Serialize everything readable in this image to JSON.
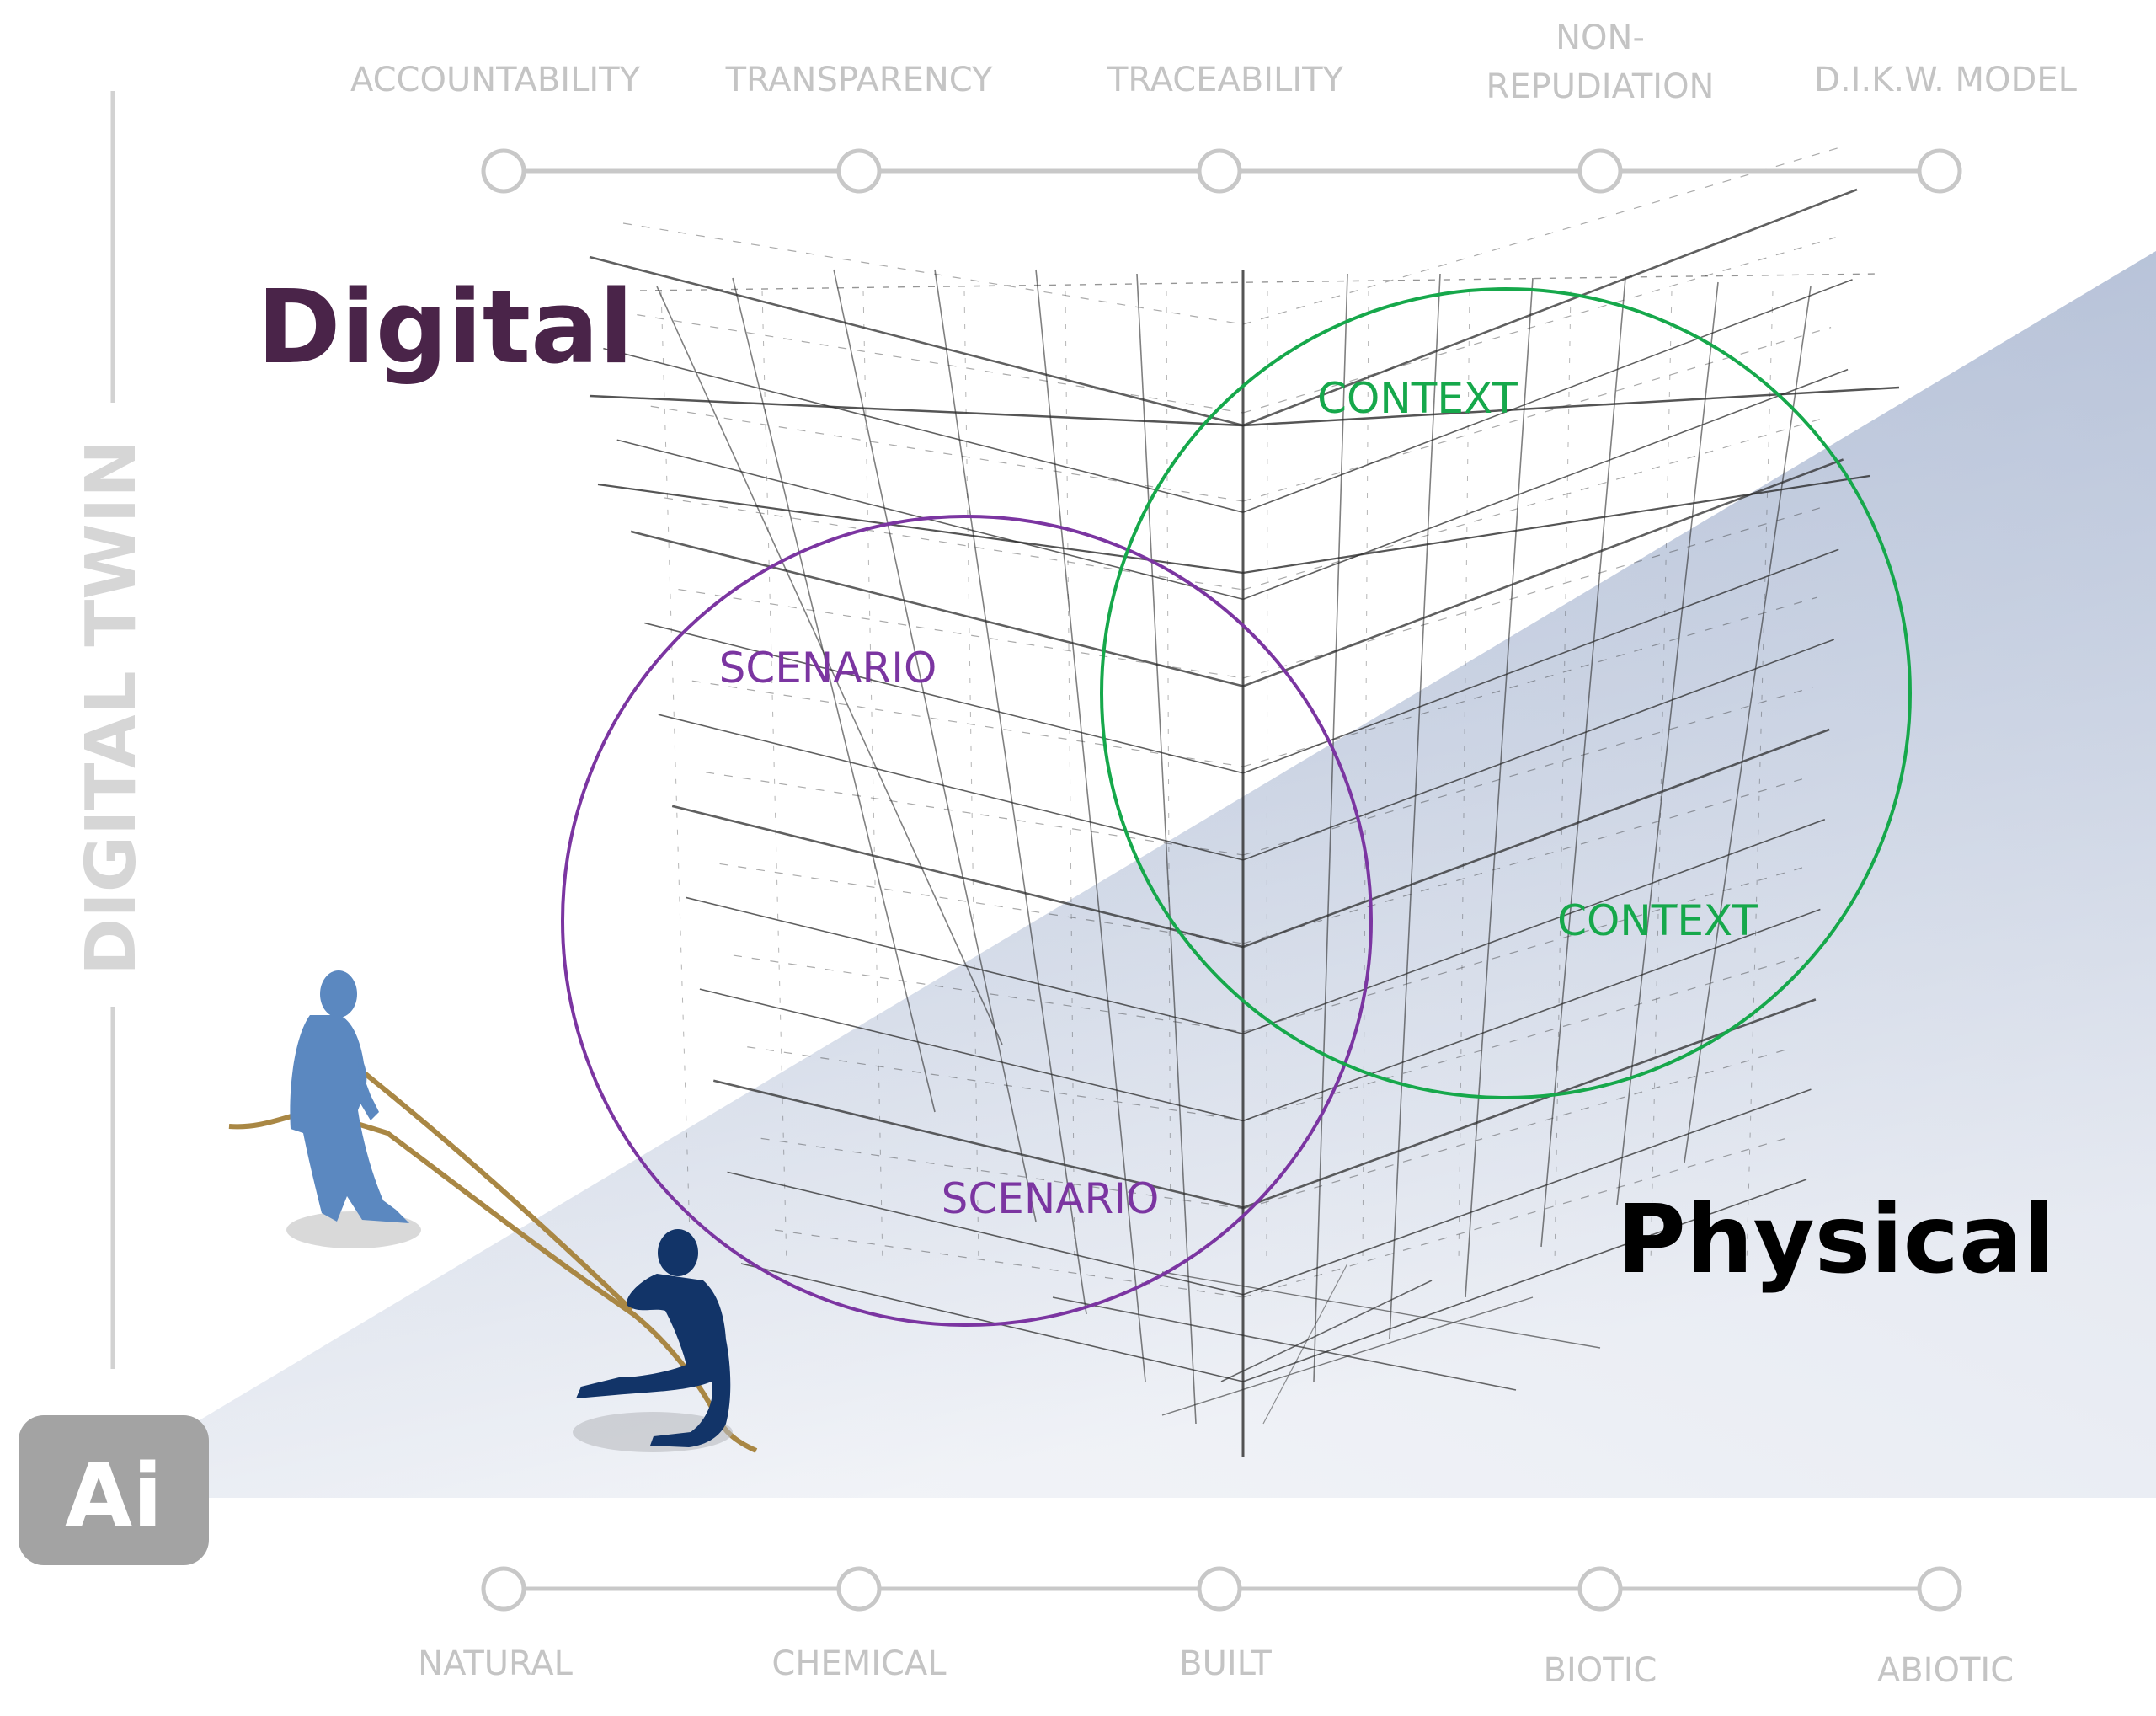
{
  "title": {
    "digital": "Digital",
    "physical": "Physical"
  },
  "side_label": "DIGITAL TWIN",
  "top_timeline": [
    "ACCOUNTABILITY",
    "TRANSPARENCY",
    "TRACEABILITY",
    "NON-|REPUDIATION",
    "D.I.K.W. MODEL"
  ],
  "bottom_timeline": [
    "NATURAL",
    "CHEMICAL",
    "BUILT",
    "BIOTIC",
    "ABIOTIC"
  ],
  "scenario": {
    "top": "SCENARIO",
    "bottom": "SCENARIO"
  },
  "context": {
    "top": "CONTEXT",
    "bottom": "CONTEXT"
  },
  "logo": "Ai",
  "colors": {
    "digital": "#4a2449",
    "physical": "#000000",
    "scenario": "#7b35a1",
    "context": "#16a84b",
    "timeline": "#c8c8c8",
    "timeline_text": "#c0c0c0",
    "wedge_top": "#aab7d0",
    "wedge_bottom": "#f4f5f8",
    "logo_bg": "#a3a3a3",
    "figure_light": "#5b88c0",
    "figure_dark": "#123468"
  }
}
